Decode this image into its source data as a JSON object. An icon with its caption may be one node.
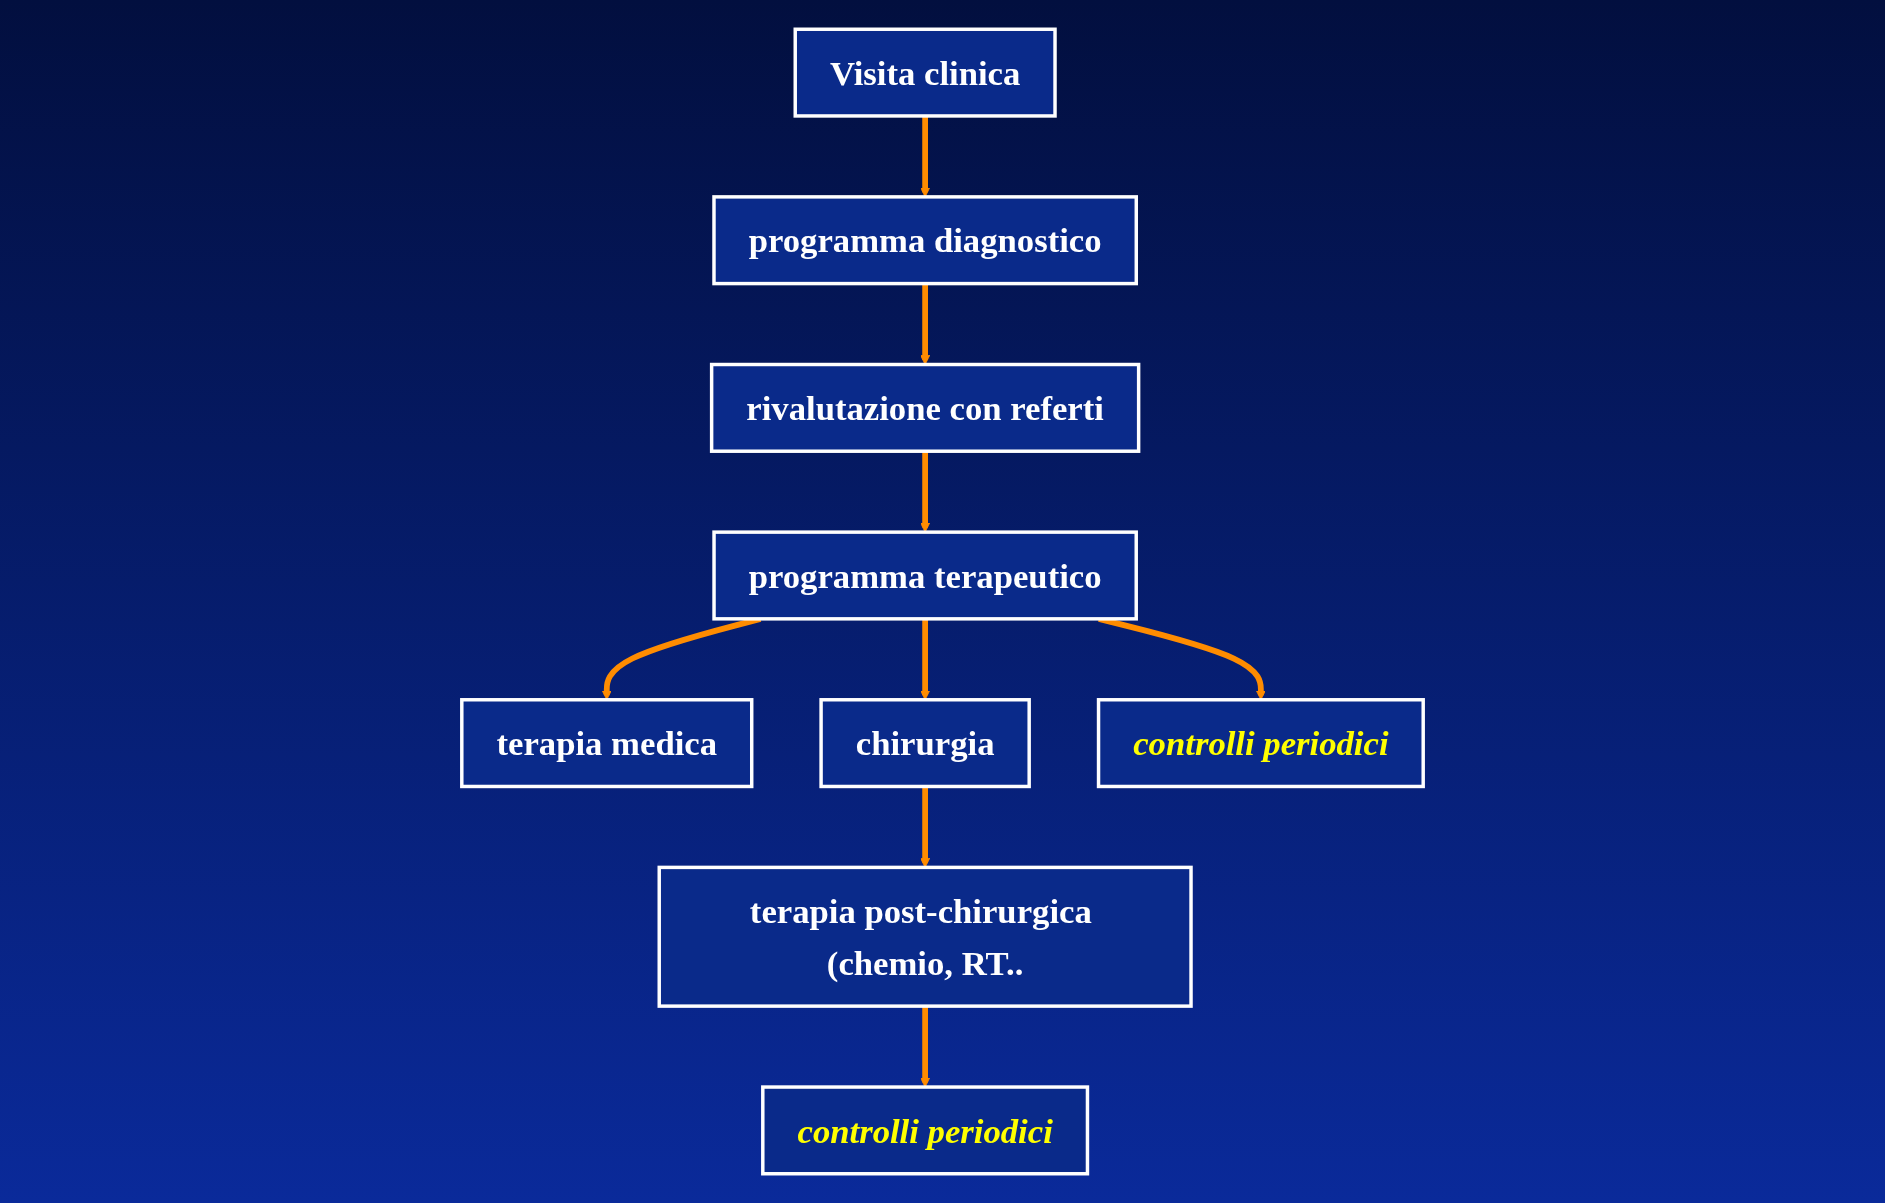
{
  "diagram": {
    "nodes": [
      {
        "text": [
          "Visita clinica"
        ]
      },
      {
        "text": [
          "programma diagnostico"
        ]
      },
      {
        "text": [
          "rivalutazione con referti"
        ]
      },
      {
        "text": [
          "programma terapeutico"
        ]
      },
      {
        "text": [
          "terapia medica"
        ]
      },
      {
        "text": [
          "chirurgia"
        ]
      },
      {
        "text": [
          "terapia post-chirurgica (chemio, RT.."
        ]
      },
      {
        "text": [
          "controlli periodici"
        ]
      },
      {
        "text": [
          "controlli periodici"
        ]
      }
    ],
    "edges": [
      {
        "from": 0,
        "to": 1,
        "arrow": "to"
      },
      {
        "from": 1,
        "to": 2,
        "arrow": "to"
      },
      {
        "from": 2,
        "to": 3,
        "arrow": "to"
      },
      {
        "from": 3,
        "to": 4,
        "arrow": "to"
      },
      {
        "from": 3,
        "to": 5,
        "arrow": "to"
      },
      {
        "from": 3,
        "to": 8,
        "arrow": "to"
      },
      {
        "from": 5,
        "to": 6,
        "arrow": "to"
      },
      {
        "from": 6,
        "to": 7,
        "arrow": "to"
      }
    ]
  }
}
